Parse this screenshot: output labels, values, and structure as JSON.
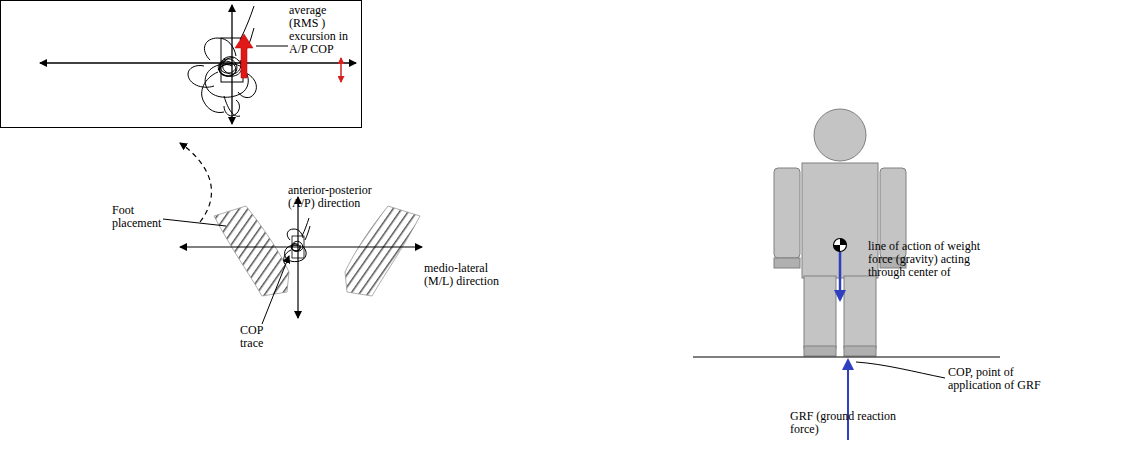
{
  "diagram": {
    "nodes": [
      {
        "text": [
          "average (RMS ) excursion in A/P COP"
        ]
      }
    ],
    "labels": [
      "anterior-posterior (A/P) direction",
      "Foot placement",
      "medio-lateral (M/L) direction",
      "COP trace",
      "line of action of weight force (gravity) acting through center of",
      "COP, point of application of GRF",
      "GRF (ground reaction force)"
    ]
  }
}
